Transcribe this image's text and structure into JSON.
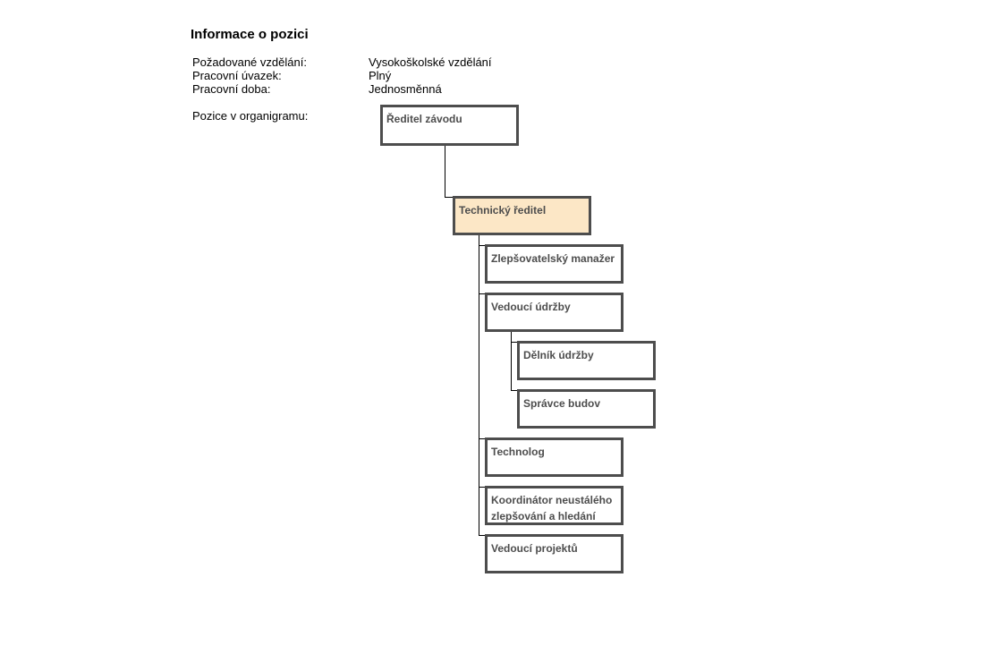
{
  "header": {
    "title": "Informace o pozici",
    "fields": [
      {
        "label": "Požadované vzdělání:",
        "value": "Vysokoškolské vzdělání"
      },
      {
        "label": "Pracovní úvazek:",
        "value": "Plný"
      },
      {
        "label": "Pracovní doba:",
        "value": "Jednosměnná"
      }
    ],
    "chart_label": "Pozice v organigramu:"
  },
  "org_chart": {
    "nodes": [
      {
        "label": "Ředitel závodu",
        "level": 0,
        "highlighted": false
      },
      {
        "label": "Technický ředitel",
        "level": 1,
        "highlighted": true
      },
      {
        "label": "Zlepšovatelský manažer",
        "level": 2,
        "highlighted": false
      },
      {
        "label": "Vedoucí údržby",
        "level": 2,
        "highlighted": false
      },
      {
        "label": "Dělník údržby",
        "level": 3,
        "highlighted": false
      },
      {
        "label": "Správce budov",
        "level": 3,
        "highlighted": false
      },
      {
        "label": "Technolog",
        "level": 2,
        "highlighted": false
      },
      {
        "label": "Koordinátor neustálého zlepšování a hledání",
        "level": 2,
        "highlighted": false
      },
      {
        "label": "Vedoucí projektů",
        "level": 2,
        "highlighted": false
      }
    ],
    "colors": {
      "node_border": "#4D4D4D",
      "node_text": "#4D4D4D",
      "node_bg": "#FFFFFF",
      "highlight_bg": "#FCE7C6",
      "connector": "#000000"
    }
  }
}
